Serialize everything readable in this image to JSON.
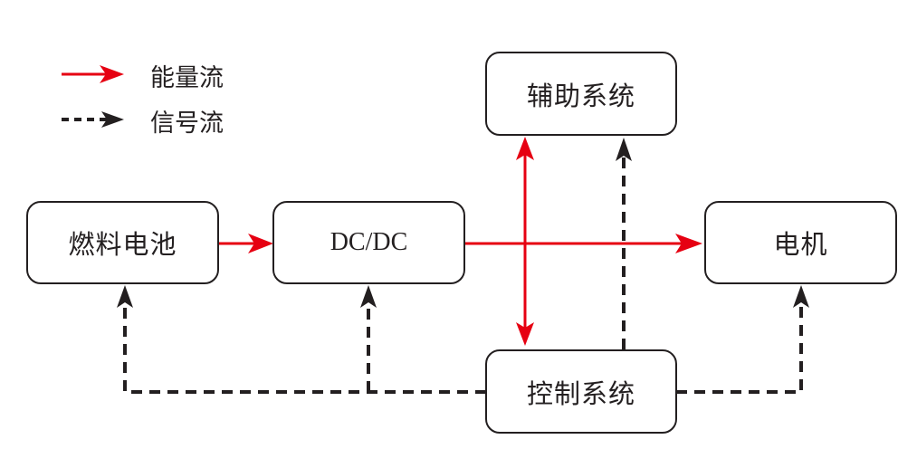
{
  "legend": {
    "items": [
      {
        "label": "能量流",
        "style": "solid",
        "color": "#e60012"
      },
      {
        "label": "信号流",
        "style": "dashed",
        "color": "#231f20"
      }
    ]
  },
  "nodes": {
    "fuel_cell": "燃料电池",
    "dcdc": "DC/DC",
    "motor": "电机",
    "auxiliary": "辅助系统",
    "control": "控制系统"
  },
  "flows": {
    "energy": [
      {
        "from": "燃料电池",
        "to": "DC/DC"
      },
      {
        "from": "DC/DC",
        "to": "电机"
      },
      {
        "from": "DC/DC",
        "to": "辅助系统"
      },
      {
        "from": "DC/DC",
        "to": "控制系统"
      }
    ],
    "signal": [
      {
        "from": "控制系统",
        "to": "燃料电池"
      },
      {
        "from": "控制系统",
        "to": "DC/DC"
      },
      {
        "from": "控制系统",
        "to": "电机"
      },
      {
        "from": "控制系统",
        "to": "辅助系统"
      }
    ]
  },
  "colors": {
    "energy": "#e60012",
    "signal": "#231f20",
    "border": "#231f20"
  }
}
